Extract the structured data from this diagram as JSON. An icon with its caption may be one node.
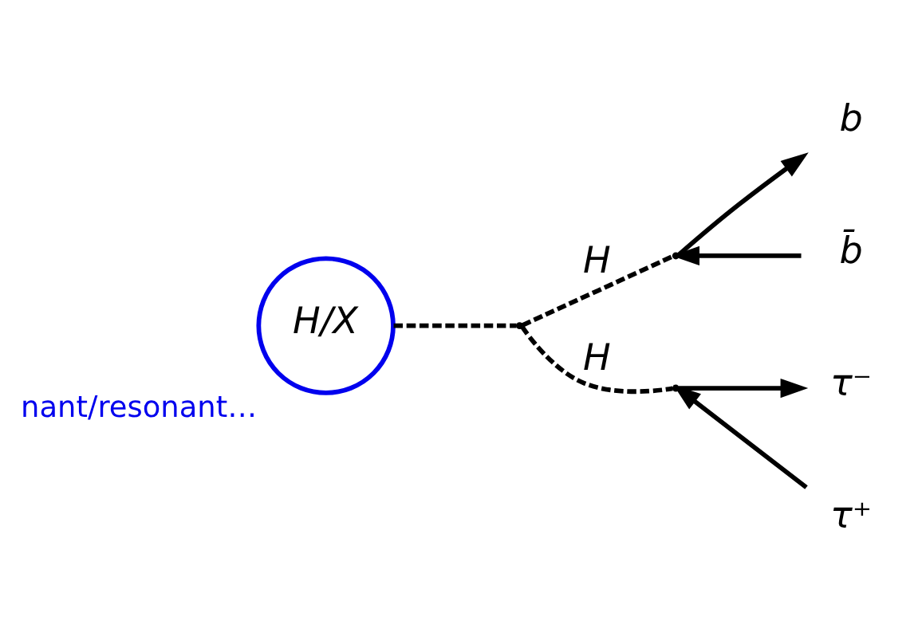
{
  "diagram": {
    "nodes": [
      {
        "text": [
          "H/X"
        ],
        "beside": [
          "nant/resonant…"
        ]
      },
      {
        "text": [],
        "shape": "point"
      },
      {
        "text": [],
        "shape": "point"
      },
      {
        "text": [],
        "shape": "point"
      },
      {
        "text": [
          "b̄"
        ]
      },
      {
        "text": [
          "b"
        ]
      },
      {
        "text": [
          "τ⁺"
        ]
      },
      {
        "text": [
          "τ⁻"
        ]
      }
    ],
    "edges": [
      {
        "from": 0,
        "to": 1,
        "arrow": "none",
        "style": "dashed"
      },
      {
        "from": 1,
        "to": 2,
        "arrow": "none",
        "style": "dashed",
        "label": "H"
      },
      {
        "from": 1,
        "to": 3,
        "arrow": "none",
        "style": "dashed",
        "label": "H"
      },
      {
        "from": 4,
        "to": 2,
        "arrow": "to"
      },
      {
        "from": 2,
        "to": 5,
        "arrow": "to"
      },
      {
        "from": 6,
        "to": 3,
        "arrow": "to"
      },
      {
        "from": 3,
        "to": 7,
        "arrow": "to"
      }
    ]
  }
}
